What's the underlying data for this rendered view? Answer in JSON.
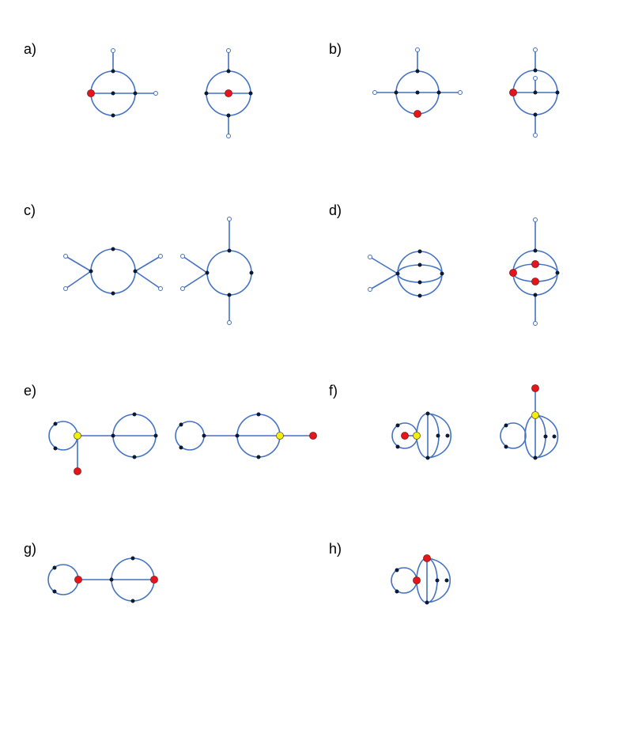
{
  "panels": [
    {
      "id": "a",
      "label": "a)"
    },
    {
      "id": "b",
      "label": "b)"
    },
    {
      "id": "c",
      "label": "c)"
    },
    {
      "id": "d",
      "label": "d)"
    },
    {
      "id": "e",
      "label": "e)"
    },
    {
      "id": "f",
      "label": "f)"
    },
    {
      "id": "g",
      "label": "g)"
    },
    {
      "id": "h",
      "label": "h)"
    }
  ],
  "colors": {
    "edge": "#4472c4",
    "internal_vertex": "#0b1a33",
    "external_vertex": "#ffffff",
    "highlighted_vertex_red": "#e8141b",
    "highlighted_vertex_yellow": "#f4f000"
  }
}
